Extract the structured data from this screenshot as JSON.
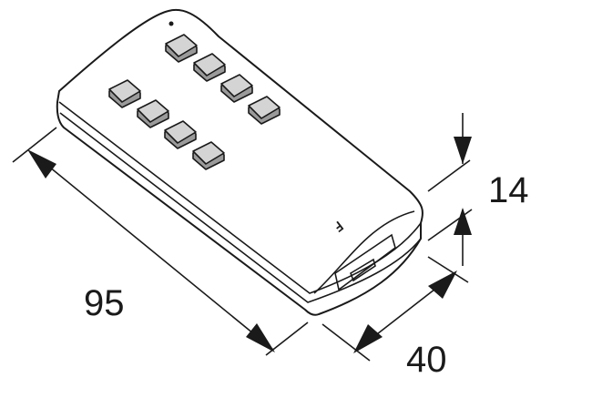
{
  "dimensions": {
    "length": "95",
    "width": "40",
    "height": "14"
  },
  "device": {
    "logo": "Ⅎ"
  }
}
